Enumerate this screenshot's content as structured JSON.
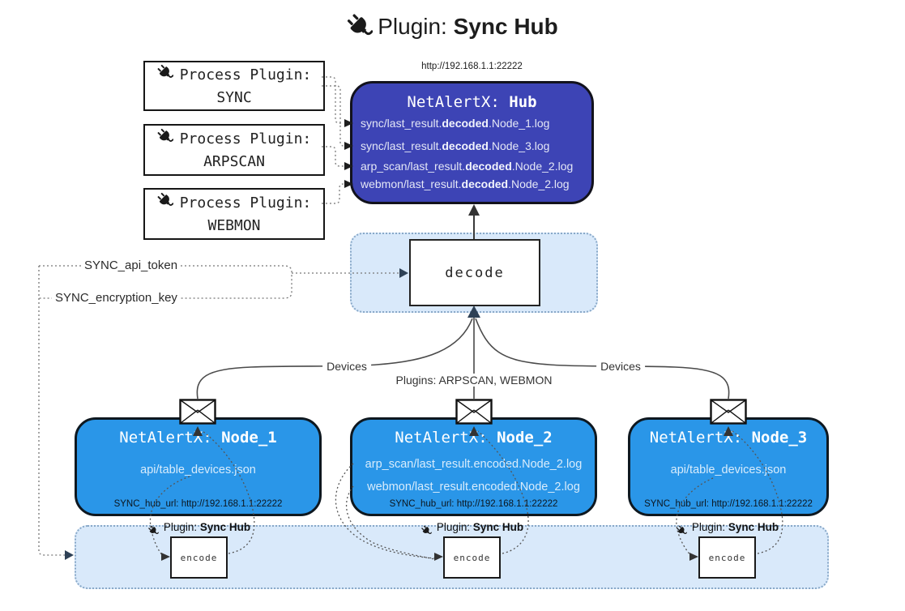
{
  "title": {
    "prefix": "Plugin: ",
    "bold": "Sync Hub"
  },
  "process_plugins": [
    {
      "line1": "Process Plugin:",
      "name": "SYNC"
    },
    {
      "line1": "Process Plugin:",
      "name": "ARPSCAN"
    },
    {
      "line1": "Process Plugin:",
      "name": "WEBMON"
    }
  ],
  "hub": {
    "url": "http://192.168.1.1:22222",
    "title_prefix": "NetAlertX: ",
    "title_bold": "Hub",
    "logs": [
      {
        "pre": "sync/last_result.",
        "bold": "decoded",
        "post": ".Node_1.log"
      },
      {
        "pre": "sync/last_result.",
        "bold": "decoded",
        "post": ".Node_3.log"
      },
      {
        "pre": "arp_scan/last_result.",
        "bold": "decoded",
        "post": ".Node_2.log"
      },
      {
        "pre": "webmon/last_result.",
        "bold": "decoded",
        "post": ".Node_2.log"
      }
    ]
  },
  "decode": {
    "label": "decode"
  },
  "tokens": {
    "api_token": "SYNC_api_token",
    "encryption_key": "SYNC_encryption_key"
  },
  "edges": {
    "devices_left": "Devices",
    "devices_right": "Devices",
    "plugins_center": "Plugins: ARPSCAN, WEBMON"
  },
  "nodes": [
    {
      "title_prefix": "NetAlertX: ",
      "title_bold": "Node_1",
      "files": [
        "api/table_devices.json"
      ],
      "hub_url": "SYNC_hub_url: http://192.168.1.1:22222"
    },
    {
      "title_prefix": "NetAlertX: ",
      "title_bold": "Node_2",
      "files": [
        "arp_scan/last_result.encoded.Node_2.log",
        "webmon/last_result.encoded.Node_2.log"
      ],
      "hub_url": "SYNC_hub_url: http://192.168.1.1:22222"
    },
    {
      "title_prefix": "NetAlertX: ",
      "title_bold": "Node_3",
      "files": [
        "api/table_devices.json"
      ],
      "hub_url": "SYNC_hub_url: http://192.168.1.1:22222"
    }
  ],
  "encoders": [
    {
      "label_prefix": "Plugin: ",
      "label_bold": "Sync Hub",
      "box": "encode"
    },
    {
      "label_prefix": "Plugin: ",
      "label_bold": "Sync Hub",
      "box": "encode"
    },
    {
      "label_prefix": "Plugin: ",
      "label_bold": "Sync Hub",
      "box": "encode"
    }
  ],
  "colors": {
    "hub_fill": "#3d44b5",
    "node_fill": "#2a96e8",
    "container_fill": "#d9e9fa",
    "container_border": "#88a8c8",
    "line_dark": "#3a3a3a",
    "arrow_navy": "#2e4156"
  }
}
